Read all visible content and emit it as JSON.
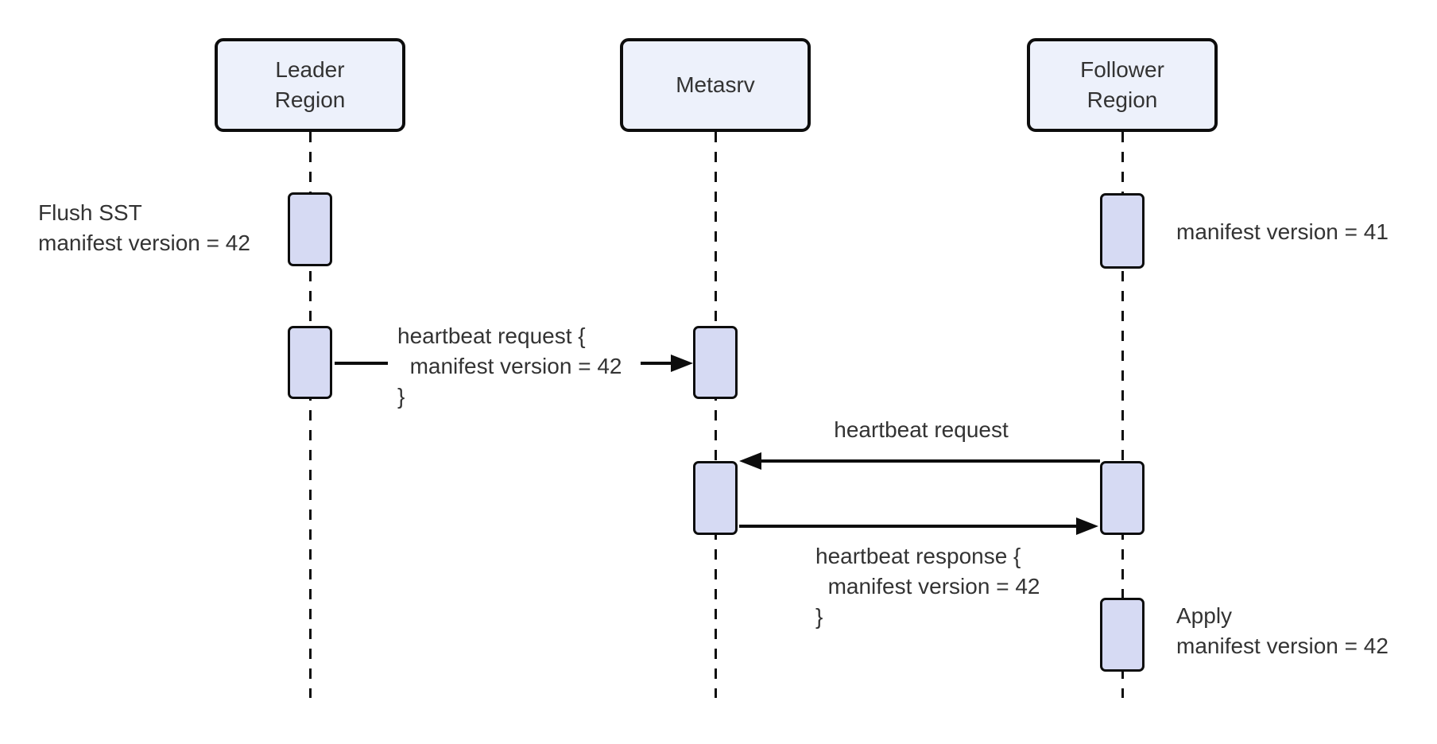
{
  "diagram": {
    "type": "sequence-diagram",
    "background": "#ffffff",
    "colors": {
      "participant_fill": "#edf1fb",
      "activation_fill": "#d6daf3",
      "stroke": "#0d0d0d",
      "text": "#333333"
    },
    "participants": [
      {
        "id": "leader-region",
        "label": "Leader\nRegion"
      },
      {
        "id": "metasrv",
        "label": "Metasrv"
      },
      {
        "id": "follower-region",
        "label": "Follower\nRegion"
      }
    ],
    "notes": [
      {
        "id": "flush-sst",
        "anchor": "leader-region",
        "side": "left",
        "text": "Flush SST\nmanifest version = 42"
      },
      {
        "id": "manifest-41",
        "anchor": "follower-region",
        "side": "right",
        "text": "manifest version = 41"
      },
      {
        "id": "apply-42",
        "anchor": "follower-region",
        "side": "right",
        "text": "Apply\nmanifest version = 42"
      }
    ],
    "messages": [
      {
        "id": "heartbeat-request-leader",
        "from": "leader-region",
        "to": "metasrv",
        "text": "heartbeat request {\n  manifest version = 42\n}"
      },
      {
        "id": "heartbeat-request-follower",
        "from": "follower-region",
        "to": "metasrv",
        "text": "heartbeat request"
      },
      {
        "id": "heartbeat-response",
        "from": "metasrv",
        "to": "follower-region",
        "text": "heartbeat response {\n  manifest version = 42\n}"
      }
    ]
  }
}
